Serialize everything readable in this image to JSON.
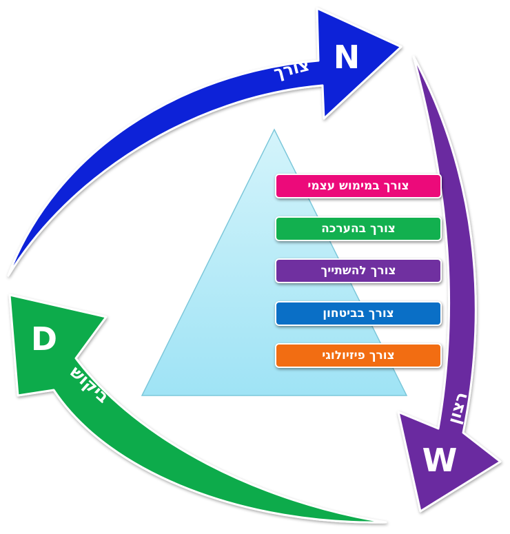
{
  "cycle": {
    "need": {
      "letter": "N",
      "word": "צורך",
      "color": "#0a22d8"
    },
    "want": {
      "letter": "W",
      "word": "רצון",
      "color": "#6a2aa0"
    },
    "demand": {
      "letter": "D",
      "word": "ביקוש",
      "color": "#0bab4c"
    }
  },
  "pyramid": {
    "fill_top": "#d4f4fb",
    "fill_bottom": "#9fe3f5",
    "stroke": "#7cc7da"
  },
  "needs": [
    {
      "label": "צורך במימוש עצמי",
      "color": "#ec0a7a"
    },
    {
      "label": "צורך בהערכה",
      "color": "#12b04f"
    },
    {
      "label": "צורך להשתייך",
      "color": "#7030a0"
    },
    {
      "label": "צורך בביטחון",
      "color": "#0a6fc6"
    },
    {
      "label": "צורך פיזיולוגי",
      "color": "#f26d12"
    }
  ]
}
